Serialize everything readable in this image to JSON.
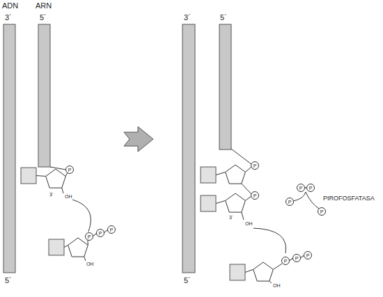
{
  "diagram": {
    "nodes": [
      {
        "text": [
          "P"
        ]
      },
      {
        "text": [
          "P"
        ]
      },
      {
        "text": [
          "P"
        ]
      },
      {
        "text": [
          "P"
        ]
      },
      {
        "text": [
          "P"
        ]
      },
      {
        "text": [
          "P"
        ]
      },
      {
        "text": [
          "P"
        ]
      },
      {
        "text": [
          "P"
        ]
      },
      {
        "text": [
          "P"
        ]
      },
      {
        "text": [
          "P"
        ]
      },
      {
        "text": [
          "P"
        ]
      },
      {
        "text": [
          "P"
        ]
      },
      {
        "text": [
          "P"
        ]
      }
    ],
    "edges": [
      {
        "from": 1,
        "to": 2,
        "arrow": "none"
      },
      {
        "from": 2,
        "to": 3,
        "arrow": "none"
      },
      {
        "from": 6,
        "to": 7,
        "arrow": "none"
      },
      {
        "from": 10,
        "to": 11,
        "arrow": "none"
      },
      {
        "from": 11,
        "to": 12,
        "arrow": "none"
      }
    ],
    "labels": [
      "ADN",
      "ARN",
      "3´",
      "5´",
      "3´",
      "OH",
      "OH",
      "5´",
      "3´",
      "5´",
      "3´",
      "OH",
      "OH",
      "5´",
      "PIROFOSFATASA"
    ]
  }
}
